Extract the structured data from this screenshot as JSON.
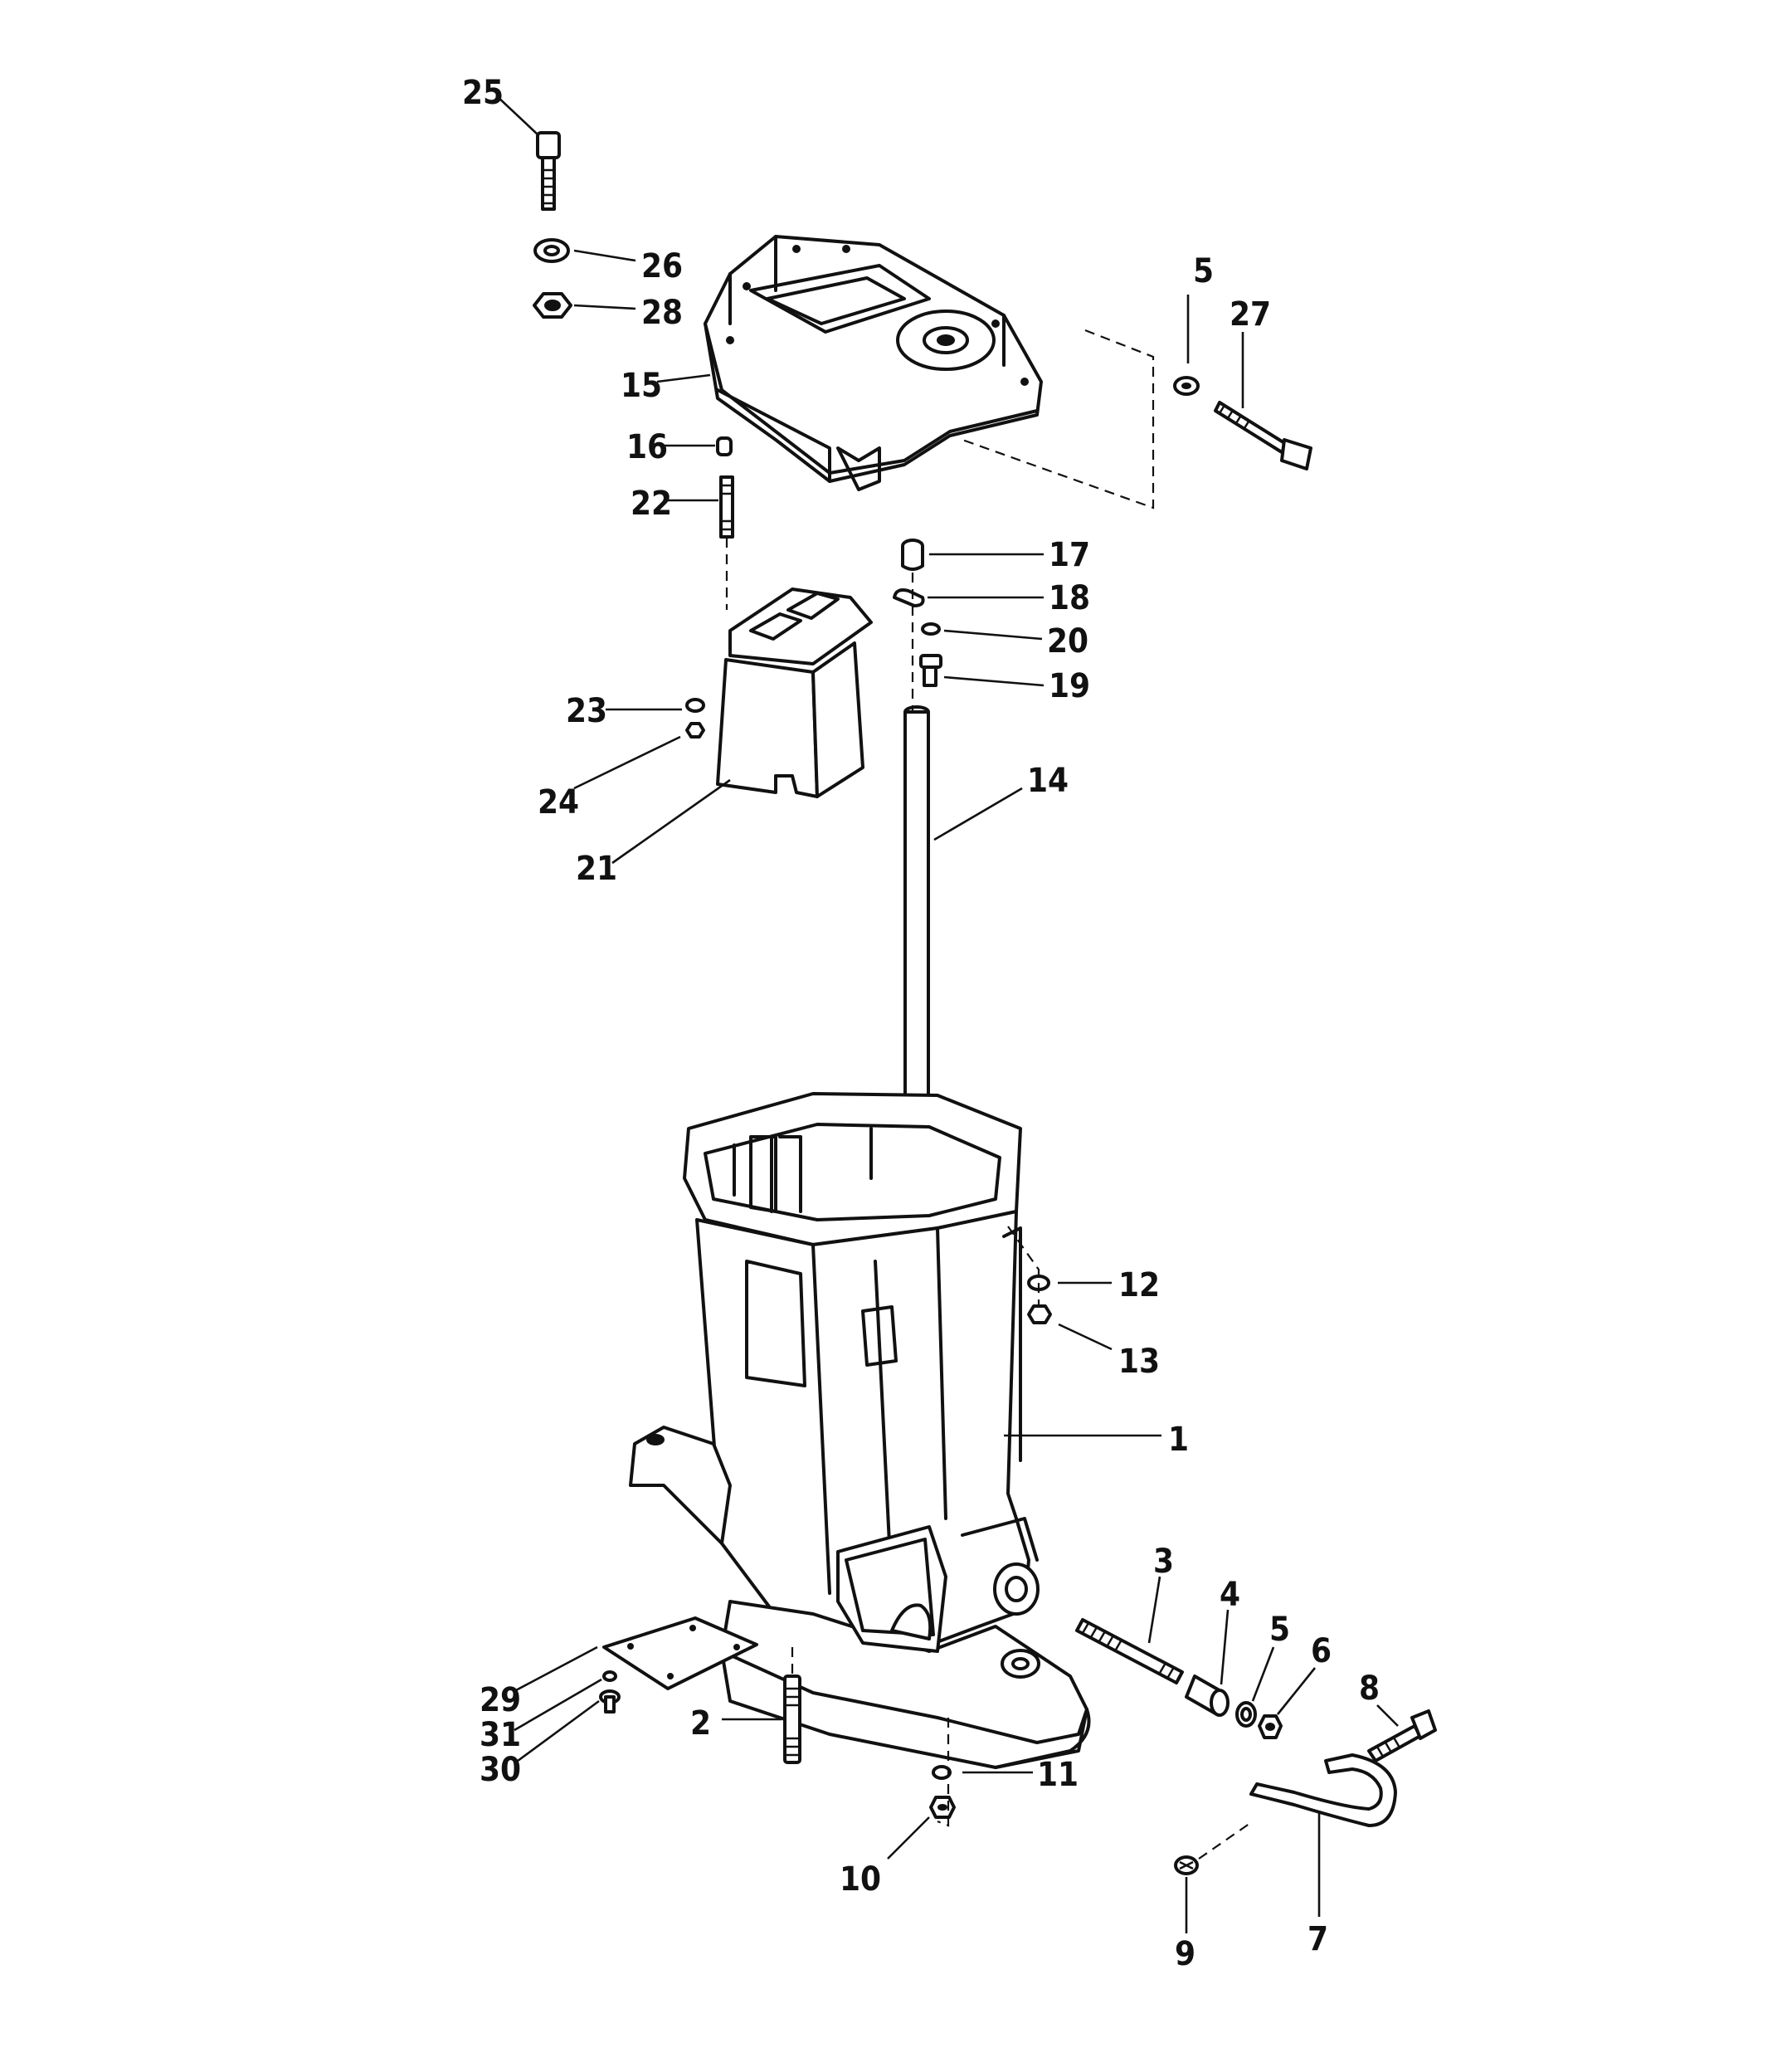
{
  "callouts": [
    {
      "id": "1",
      "label": "1"
    },
    {
      "id": "2",
      "label": "2"
    },
    {
      "id": "3",
      "label": "3"
    },
    {
      "id": "4",
      "label": "4"
    },
    {
      "id": "5a",
      "label": "5"
    },
    {
      "id": "5b",
      "label": "5"
    },
    {
      "id": "6",
      "label": "6"
    },
    {
      "id": "7",
      "label": "7"
    },
    {
      "id": "8",
      "label": "8"
    },
    {
      "id": "9",
      "label": "9"
    },
    {
      "id": "10",
      "label": "10"
    },
    {
      "id": "11",
      "label": "11"
    },
    {
      "id": "12",
      "label": "12"
    },
    {
      "id": "13",
      "label": "13"
    },
    {
      "id": "14",
      "label": "14"
    },
    {
      "id": "15",
      "label": "15"
    },
    {
      "id": "16",
      "label": "16"
    },
    {
      "id": "17",
      "label": "17"
    },
    {
      "id": "18",
      "label": "18"
    },
    {
      "id": "19",
      "label": "19"
    },
    {
      "id": "20",
      "label": "20"
    },
    {
      "id": "21",
      "label": "21"
    },
    {
      "id": "22",
      "label": "22"
    },
    {
      "id": "23",
      "label": "23"
    },
    {
      "id": "24",
      "label": "24"
    },
    {
      "id": "25",
      "label": "25"
    },
    {
      "id": "26",
      "label": "26"
    },
    {
      "id": "27",
      "label": "27"
    },
    {
      "id": "28",
      "label": "28"
    },
    {
      "id": "29",
      "label": "29"
    },
    {
      "id": "30",
      "label": "30"
    },
    {
      "id": "31",
      "label": "31"
    }
  ]
}
